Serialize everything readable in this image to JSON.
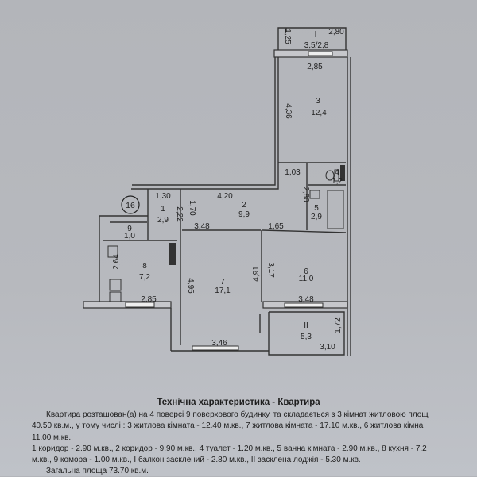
{
  "plan": {
    "apartment_number": "16",
    "rooms": [
      {
        "id": "I",
        "area": "3,5/2,8"
      },
      {
        "id": "3",
        "area": "12,4"
      },
      {
        "id": "4",
        "area": "1,2"
      },
      {
        "id": "2",
        "area": "9,9"
      },
      {
        "id": "5",
        "area": "2,9"
      },
      {
        "id": "1",
        "area": "2,9"
      },
      {
        "id": "9",
        "area": "1,0"
      },
      {
        "id": "8",
        "area": "7,2"
      },
      {
        "id": "7",
        "area": "17,1"
      },
      {
        "id": "6",
        "area": "11,0"
      },
      {
        "id": "II",
        "area": "5,3"
      }
    ],
    "dimensions": [
      "2,80",
      "1,25",
      "2,85",
      "4,36",
      "1,03",
      "4,20",
      "2,80",
      "1,30",
      "2,22",
      "1,70",
      "3,48",
      "1,65",
      "2,64",
      "2,85",
      "4,95",
      "4,91",
      "3,17",
      "3,48",
      "3,46",
      "1,72",
      "3,10"
    ]
  },
  "description": {
    "title": "Технічна характеристика - Квартира",
    "lines": [
      "Квартира розташован(а) на 4 поверсі 9 поверхового будинку, та складається з 3 кімнат житловою площ",
      "40.50 кв.м., у тому числі : 3 житлова кімната - 12.40 м.кв., 7 житлова кімната - 17.10 м.кв., 6 житлова кімна",
      "11.00 м.кв.;",
      "1 коридор - 2.90 м.кв., 2 коридор - 9.90 м.кв., 4 туалет - 1.20 м.кв., 5 ванна кімната - 2.90 м.кв., 8 кухня - 7.2",
      "м.кв., 9 комора - 1.00 м.кв., І балкон засклений - 2.80 м.кв., ІІ засклена лоджія - 5.30 м.кв.",
      "Загальна площа 73.70 кв.м."
    ]
  }
}
